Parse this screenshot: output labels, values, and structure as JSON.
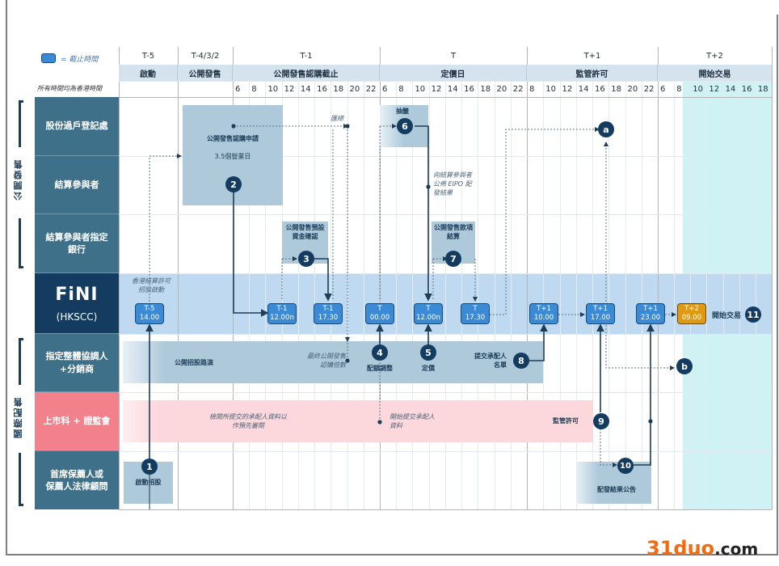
{
  "legend": {
    "label": "= 截止時間",
    "note": "所有時間均為香港時間"
  },
  "columns": [
    {
      "day": "T-5",
      "phase": "啟動"
    },
    {
      "day": "T-4/3/2",
      "phase": "公開發售"
    },
    {
      "day": "T-1",
      "phase": "公開發售認購截止"
    },
    {
      "day": "T",
      "phase": "定價日"
    },
    {
      "day": "T+1",
      "phase": "監管許可"
    },
    {
      "day": "T+2",
      "phase": "開始交易"
    }
  ],
  "hours": {
    "t_minus_1": [
      "6",
      "8",
      "10",
      "12",
      "14",
      "16",
      "18",
      "20",
      "22"
    ],
    "t": [
      "6",
      "8",
      "10",
      "12",
      "14",
      "16",
      "18",
      "20",
      "22"
    ],
    "t_plus_1": [
      "8",
      "10",
      "12",
      "14",
      "16",
      "18",
      "20",
      "22"
    ],
    "t_plus_2": [
      "6",
      "8",
      "10",
      "12",
      "14",
      "16",
      "18"
    ]
  },
  "groups": {
    "public_offer": "公開發售",
    "intl_placing": "國際配售"
  },
  "rows": [
    {
      "label": "股份過戶登記處"
    },
    {
      "label": "結算參與者"
    },
    {
      "label": "結算參與者指定\n銀行"
    },
    {
      "label_logo": "FiNI",
      "label_sub": "(HKSCC)"
    },
    {
      "label": "指定整體協調人\n+分銷商"
    },
    {
      "label": "上市科 + 證監會"
    },
    {
      "label": "首席保薦人或\n保薦人法律顧問"
    }
  ],
  "boxes": {
    "public_offer_application": "公開發售認購申請",
    "business_days": "3.5個營業日",
    "prefund_confirm": "公開發售預設\n資金確認",
    "ballot": "抽籤",
    "announce_eipo": "向結算參與者\n公佈 EIPO 配\n發結果",
    "settlement": "公開發售款項\n結算",
    "remit": "匯總",
    "hk_clearing_permit": "香港結算許可\n招股啟動",
    "roadshow": "公開招股路演",
    "final_subscription": "最終公開發售\n認購倍數",
    "allocation_adjust": "配額調整",
    "pricing": "定價",
    "submit_placee_list": "提交承配人\n名單",
    "review_placee": "檢閱所提交的承配人資料以\n作預先審閱",
    "start_submit_placee": "開始提交承配人\n資料",
    "regulatory_approval": "監管許可",
    "launch_ipo": "啟動招股",
    "allotment_announce": "配發結果公告",
    "start_trading": "開始交易"
  },
  "deadlines": [
    {
      "day": "T-5",
      "time": "14.00"
    },
    {
      "day": "T-1",
      "time": "12.00n"
    },
    {
      "day": "T-1",
      "time": "17.30"
    },
    {
      "day": "T",
      "time": "00.00"
    },
    {
      "day": "T",
      "time": "12.00n"
    },
    {
      "day": "T",
      "time": "17.30"
    },
    {
      "day": "T+1",
      "time": "10.00"
    },
    {
      "day": "T+1",
      "time": "17.00"
    },
    {
      "day": "T+1",
      "time": "23.00"
    },
    {
      "day": "T+2",
      "time": "09.00"
    }
  ],
  "steps": [
    "1",
    "2",
    "3",
    "4",
    "5",
    "6",
    "7",
    "8",
    "9",
    "10",
    "11",
    "a",
    "b"
  ],
  "colors": {
    "label_bg": "#3f7089",
    "fini_bg": "#143c61",
    "regulator_bg": "#f2818b",
    "fini_band": "#bed9f0",
    "deadline_box": "#3b8ad6",
    "trading_box": "#e09a12",
    "activity_box": "#adc9da",
    "trading_zone": "#cff3f5"
  },
  "watermark": {
    "brand": "31duo",
    "tld": ".com"
  }
}
